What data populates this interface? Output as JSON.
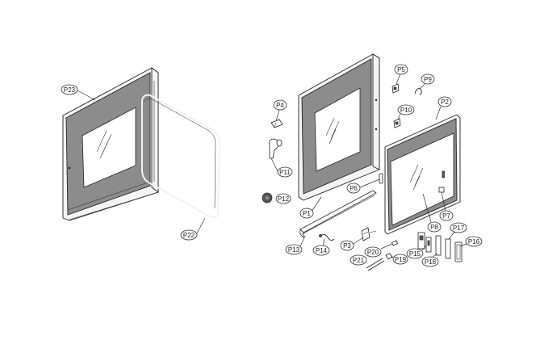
{
  "callouts": {
    "p23": "P23",
    "p22": "P22",
    "p4": "P4",
    "p11": "P11",
    "p12": "P12",
    "p1": "P1",
    "p5": "P5",
    "p9": "P9",
    "p10": "P10",
    "p2": "P2",
    "p6": "P6",
    "p7": "P7",
    "p8": "P8",
    "p13": "P13",
    "p14": "P14",
    "p3": "P3",
    "p20": "P20",
    "p21": "P21",
    "p19": "P19",
    "p15": "P15",
    "p18": "P18",
    "p17": "P17",
    "p16": "P16"
  }
}
